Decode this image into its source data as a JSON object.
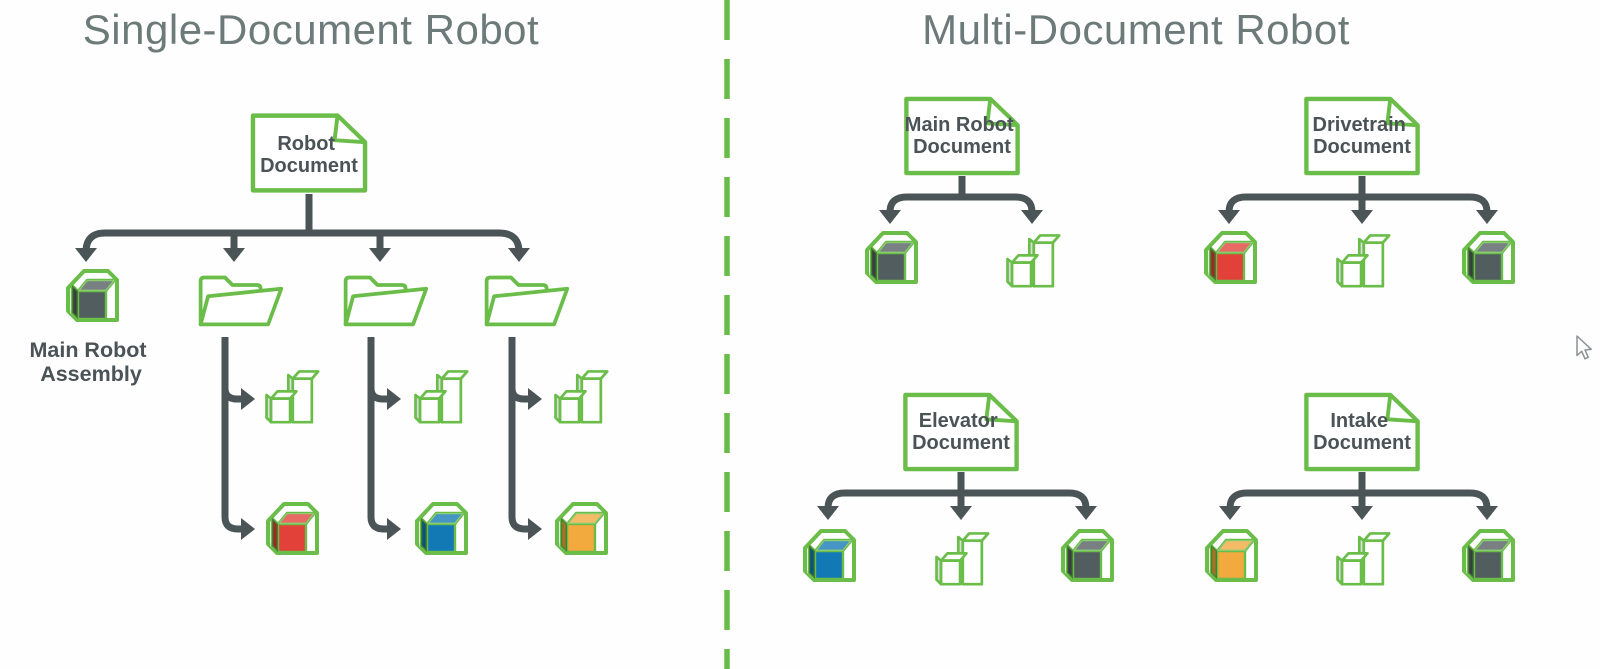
{
  "colors": {
    "green": "#6bbd4a",
    "line_gray": "#4b5456",
    "label_gray": "#4b5357",
    "title_gray": "#6d7a7a",
    "divider_green": "#67bd48",
    "shade_gray": "#d9dedd",
    "part_red": "#e2413a",
    "part_blue": "#1279b5",
    "part_orange": "#f2a93d",
    "part_dark_gray": "#525d60"
  },
  "icons": {
    "document": "green page with folded corner",
    "folder": "green open folder outline",
    "part_cube": "colored cube inside green open box",
    "part_studio_bars": "two green 3d columns",
    "mouse_cursor": "pointer arrow"
  },
  "left_panel": {
    "title": "Single-Document Robot",
    "root_document": {
      "line1": "Robot",
      "line2": "Document"
    },
    "assembly_label": {
      "line1": "Main Robot",
      "line2": "Assembly"
    }
  },
  "right_panel": {
    "title": "Multi-Document Robot",
    "documents": [
      {
        "line1": "Main Robot",
        "line2": "Document"
      },
      {
        "line1": "Drivetrain",
        "line2": "Document"
      },
      {
        "line1": "Elevator",
        "line2": "Document"
      },
      {
        "line1": "Intake",
        "line2": "Document"
      }
    ]
  }
}
